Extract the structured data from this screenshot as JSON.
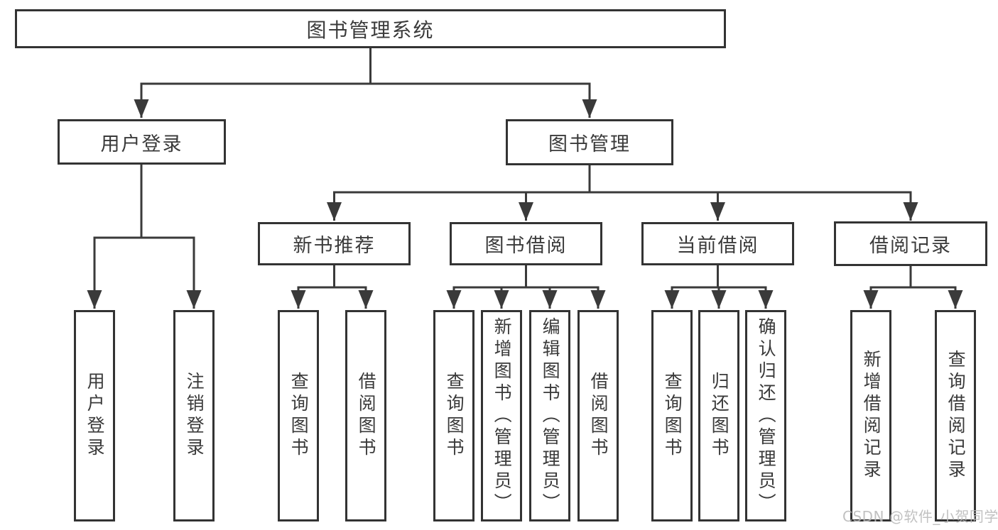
{
  "diagram": {
    "root": {
      "label": "图书管理系统"
    },
    "branches": [
      {
        "label": "用户登录",
        "leaves": [
          {
            "label": "用户登录"
          },
          {
            "label": "注销登录"
          }
        ]
      },
      {
        "label": "图书管理",
        "groups": [
          {
            "label": "新书推荐",
            "leaves": [
              {
                "label": "查询图书"
              },
              {
                "label": "借阅图书"
              }
            ]
          },
          {
            "label": "图书借阅",
            "leaves": [
              {
                "label": "查询图书"
              },
              {
                "label": "新增图书（管理员）"
              },
              {
                "label": "编辑图书（管理员）"
              },
              {
                "label": "借阅图书"
              }
            ]
          },
          {
            "label": "当前借阅",
            "leaves": [
              {
                "label": "查询图书"
              },
              {
                "label": "归还图书"
              },
              {
                "label": "确认归还（管理员）"
              }
            ]
          },
          {
            "label": "借阅记录",
            "leaves": [
              {
                "label": "新增借阅记录"
              },
              {
                "label": "查询借阅记录"
              }
            ]
          }
        ]
      }
    ]
  },
  "watermark": {
    "text": "CSDN @软件_小贺同学"
  },
  "colors": {
    "line": "#3a3a3a",
    "box_border": "#333333",
    "text": "#3a3a3a",
    "background": "#ffffff",
    "watermark": "#b9b9b9"
  }
}
